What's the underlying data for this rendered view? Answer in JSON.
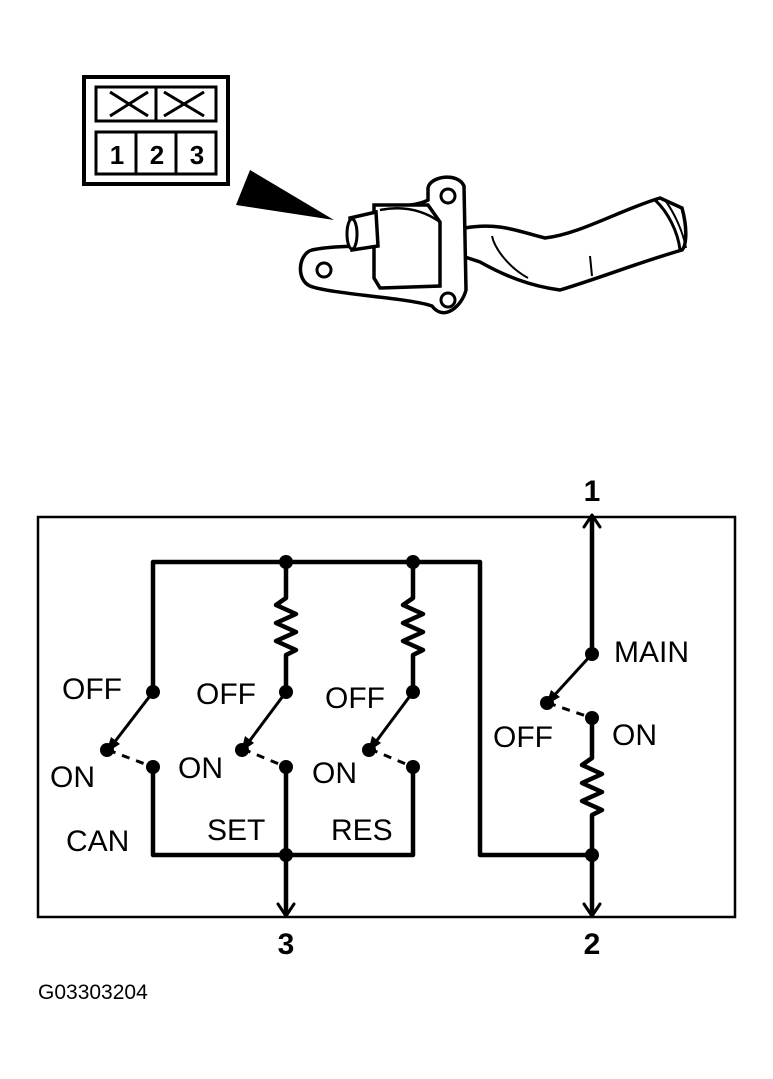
{
  "connector": {
    "pins": [
      "1",
      "2",
      "3"
    ]
  },
  "schematic": {
    "terminals": {
      "t1": "1",
      "t2": "2",
      "t3": "3"
    },
    "switches": {
      "cancel": {
        "off": "OFF",
        "on": "ON",
        "name": "CAN"
      },
      "set": {
        "off": "OFF",
        "on": "ON",
        "name": "SET"
      },
      "resume": {
        "off": "OFF",
        "on": "ON",
        "name": "RES"
      },
      "main": {
        "name": "MAIN",
        "off": "OFF",
        "on": "ON"
      }
    }
  },
  "figure_code": "G03303204"
}
